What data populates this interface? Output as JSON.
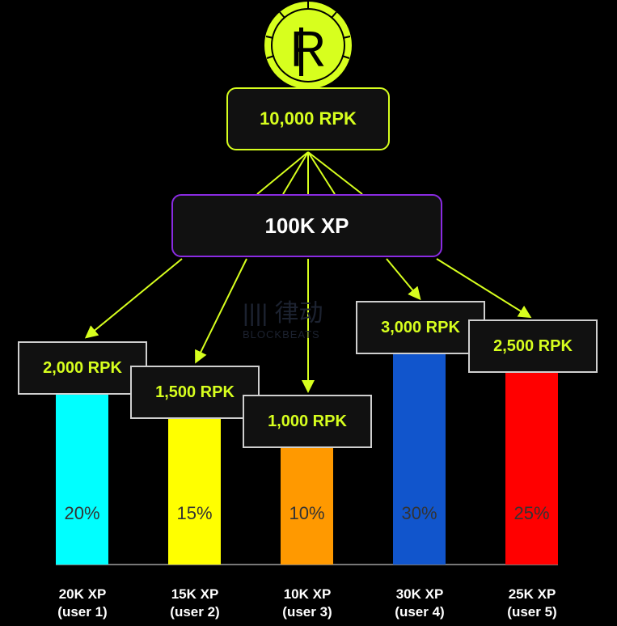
{
  "watermark": {
    "text": "BLOCKBEATS",
    "cn": "律动"
  },
  "colors": {
    "accent": "#d7ff1e",
    "purple": "#8a2be2",
    "label_border": "#cfcfcf"
  },
  "coin": {
    "icon": "rpk-coin-icon",
    "symbol": "R"
  },
  "pool": {
    "label": "10,000 RPK"
  },
  "xp_total": {
    "label": "100K XP"
  },
  "users": [
    {
      "rpk": "2,000 RPK",
      "pct": "20%",
      "xp": "20K XP",
      "user": "(user 1)",
      "color": "#00ffff",
      "share": 20
    },
    {
      "rpk": "1,500 RPK",
      "pct": "15%",
      "xp": "15K XP",
      "user": "(user 2)",
      "color": "#ffff00",
      "share": 15
    },
    {
      "rpk": "1,000 RPK",
      "pct": "10%",
      "xp": "10K XP",
      "user": "(user 3)",
      "color": "#ff9900",
      "share": 10
    },
    {
      "rpk": "3,000 RPK",
      "pct": "30%",
      "xp": "30K XP",
      "user": "(user 4)",
      "color": "#1155cc",
      "share": 30
    },
    {
      "rpk": "2,500 RPK",
      "pct": "25%",
      "xp": "25K XP",
      "user": "(user 5)",
      "color": "#ff0000",
      "share": 25
    }
  ]
}
